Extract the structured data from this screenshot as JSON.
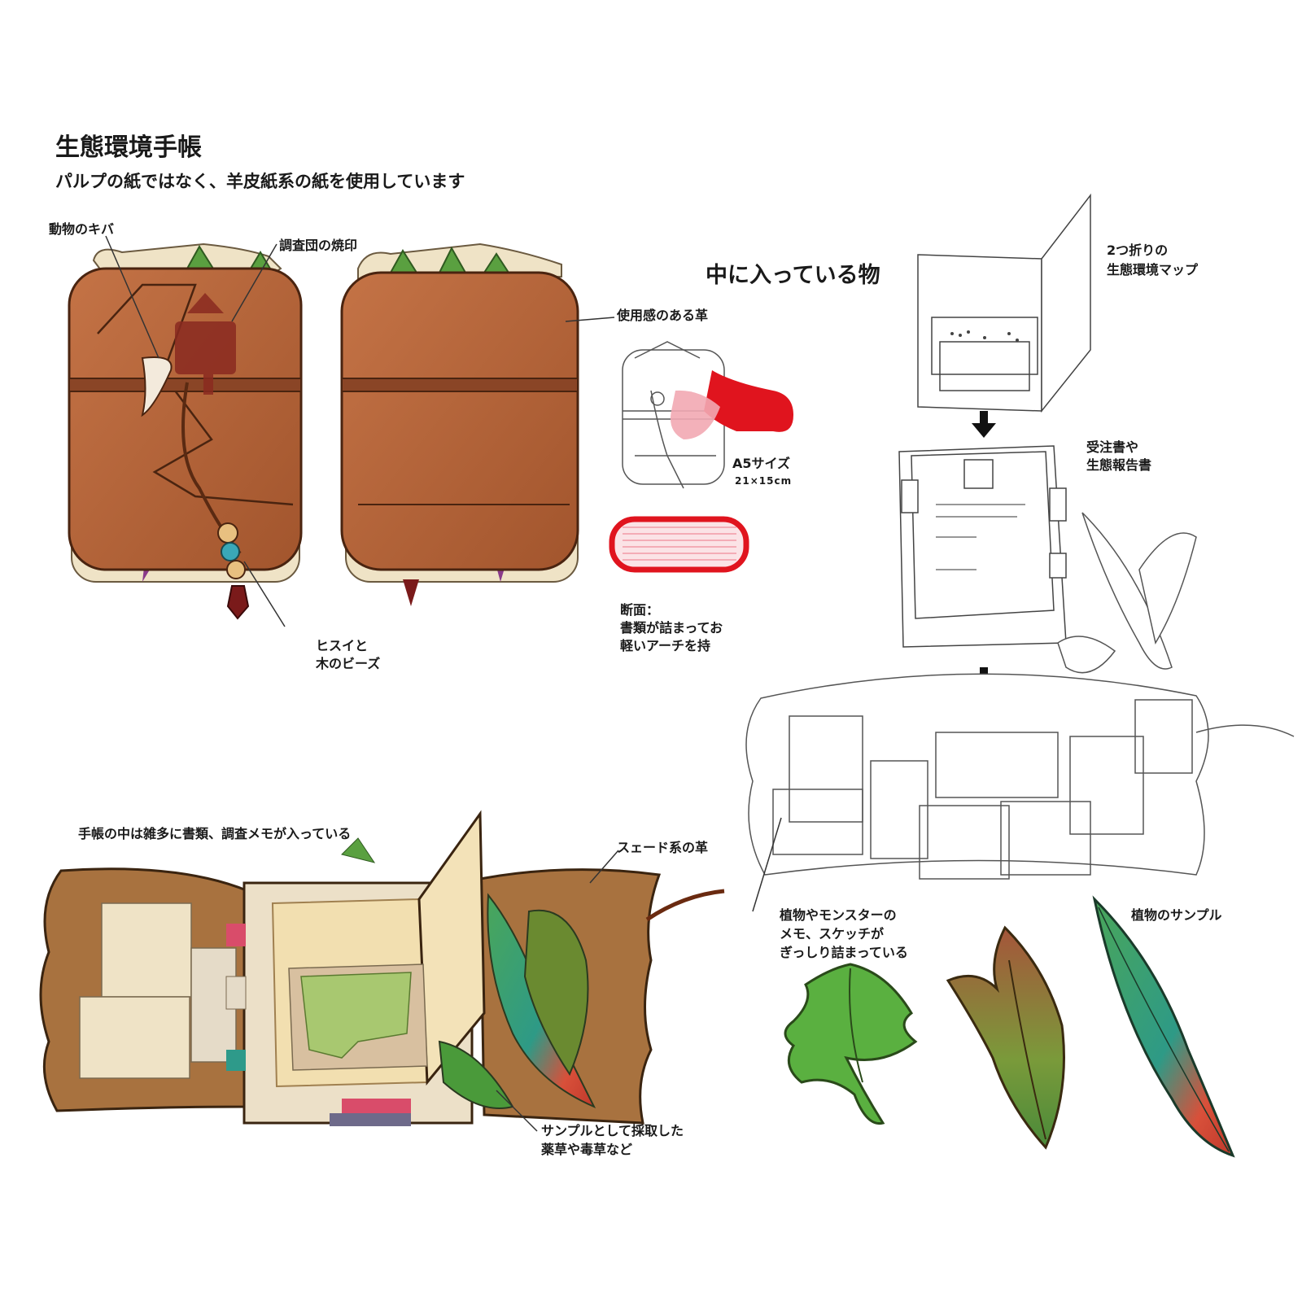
{
  "title": "生態環境手帳",
  "subtitle": "パルプの紙ではなく、羊皮紙系の紙を使用しています",
  "labels": {
    "fang": "動物のキバ",
    "brand": "調査団の焼印",
    "worn_leather": "使用感のある革",
    "beads_line1": "ヒスイと",
    "beads_line2": "木のビーズ",
    "size_label": "A5サイズ",
    "size_value": "21×15cm",
    "section_line1": "断面：",
    "section_line2": "書類が詰まってお",
    "section_line3": "軽いアーチを持",
    "contents_heading": "中に入っている物",
    "map_line1": "2つ折りの",
    "map_line2": "生態環境マップ",
    "orders_line1": "受注書や",
    "orders_line2": "生態報告書",
    "inside_note": "手帳の中は雑多に書類、調査メモが入っている",
    "suede": "スェード系の革",
    "samples_line1": "サンプルとして採取した",
    "samples_line2": "薬草や毒草など",
    "memo_line1": "植物やモンスターの",
    "memo_line2": "メモ、スケッチが",
    "memo_line3": "ぎっしり詰まっている",
    "plant_samples": "植物のサンプル"
  },
  "colors": {
    "leather": "#b5643a",
    "leather_dark": "#7a3a1c",
    "paper": "#efe3c6",
    "leaf_green": "#4a9a3a",
    "feather_teal": "#2e9a86",
    "feather_red": "#d8503a",
    "marker_red": "#e0141e"
  }
}
